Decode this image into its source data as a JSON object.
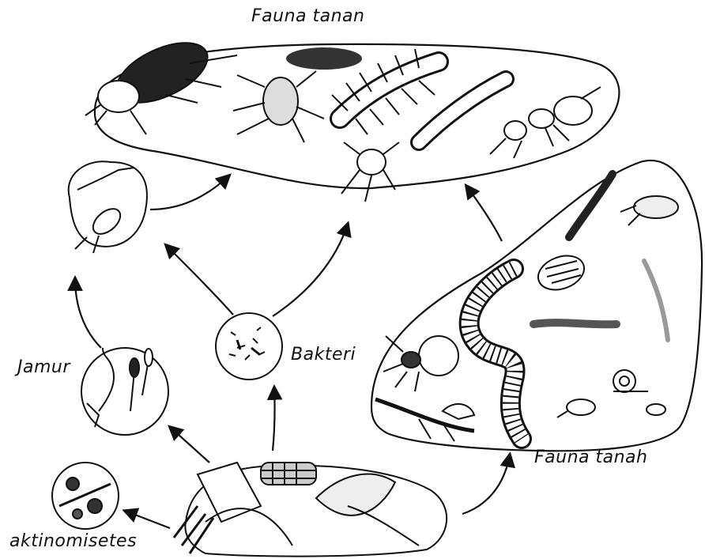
{
  "labels": {
    "fauna_top": "Fauna tanan",
    "fauna_bottom": "Fauna tanah",
    "jamur": "Jamur",
    "bakteri": "Bakteri",
    "aktinomisetes": "aktinomisetes"
  },
  "colors": {
    "ink": "#111111",
    "paper": "#ffffff"
  },
  "icons": {
    "litter": "leaf-litter-icon",
    "fungi": "fungi-icon",
    "bacteria": "bacteria-icon",
    "actinomycetes": "actinomycetes-icon",
    "beetle": "beetle-icon",
    "centipede": "centipede-icon",
    "earthworm": "earthworm-icon",
    "snail": "snail-icon",
    "mite": "mite-icon"
  }
}
